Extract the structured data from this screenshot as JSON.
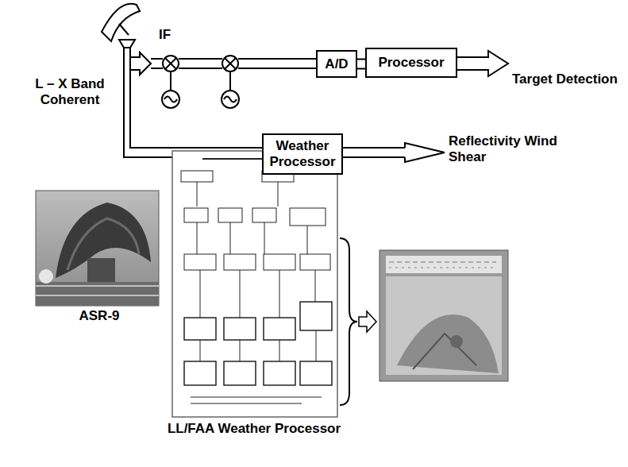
{
  "diagram": {
    "nodes": [
      {
        "text": [
          "A/D"
        ]
      },
      {
        "text": [
          "Processor"
        ]
      },
      {
        "text": [
          "Weather Processor"
        ]
      }
    ],
    "edges": [
      {
        "from": 0,
        "to": 1,
        "arrow": "none"
      }
    ],
    "labels": [
      "L – X Band Coherent",
      "IF",
      "Target Detection",
      "Reflectivity Wind Shear",
      "ASR-9",
      "LL/FAA Weather Processor"
    ]
  }
}
